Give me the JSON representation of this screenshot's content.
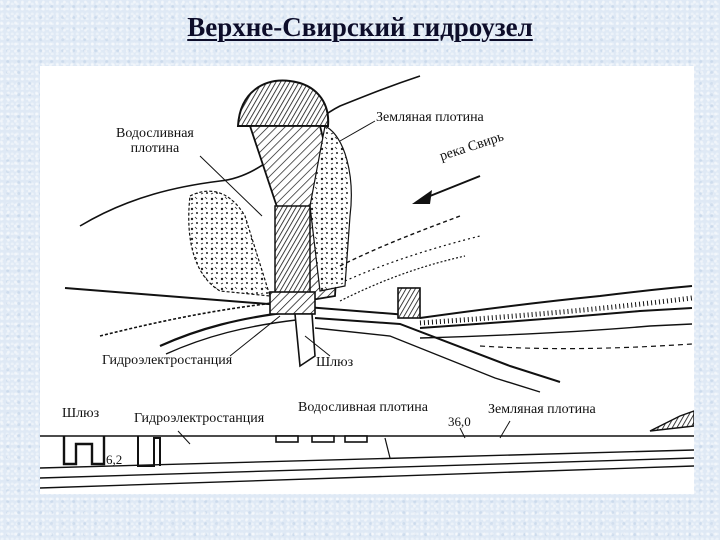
{
  "slide": {
    "title": "Верхне-Свирский гидроузел"
  },
  "plan_view": {
    "labels": {
      "spillway_dam_line1": "Водосливная",
      "spillway_dam_line2": "плотина",
      "earth_dam": "Земляная плотина",
      "river": "река Свирь",
      "hydro_station": "Гидроэлектростанция",
      "lock": "Шлюз"
    }
  },
  "section_view": {
    "labels": {
      "lock": "Шлюз",
      "hydro_station": "Гидроэлектростанция",
      "spillway_dam": "Водосливная плотина",
      "earth_dam": "Земляная плотина",
      "elevation_top": "36,0",
      "elevation_bottom": "6,2"
    }
  },
  "colors": {
    "title": "#0d0d2a",
    "ink": "#111111",
    "background": "#dfe9f5"
  }
}
